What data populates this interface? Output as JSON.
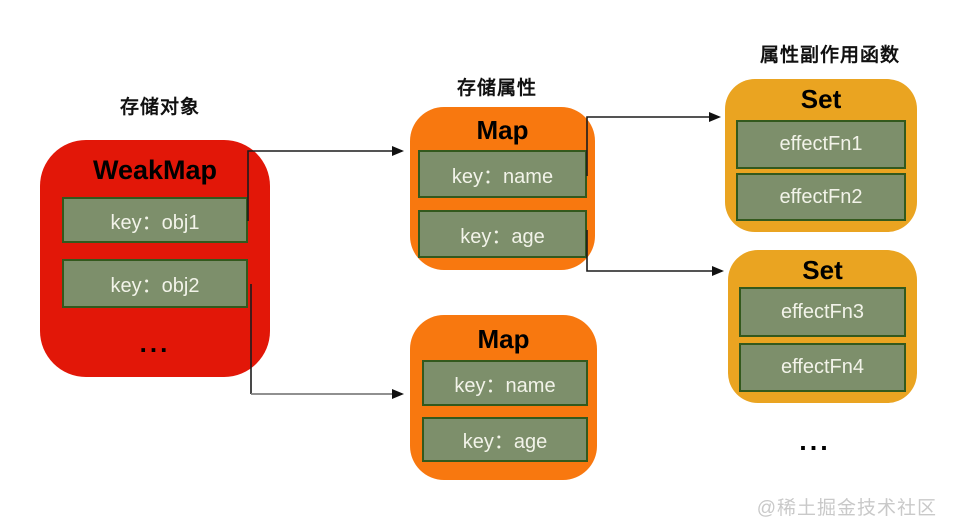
{
  "captions": {
    "weakmap": "存储对象",
    "map": "存储属性",
    "set": "属性副作用函数"
  },
  "nodes": {
    "weakmap": {
      "title": "WeakMap",
      "items": [
        "key：obj1",
        "key：obj2"
      ],
      "more": "..."
    },
    "map_top": {
      "title": "Map",
      "items": [
        "key：name",
        "key：age"
      ]
    },
    "map_bottom": {
      "title": "Map",
      "items": [
        "key：name",
        "key：age"
      ]
    },
    "set_top": {
      "title": "Set",
      "items": [
        "effectFn1",
        "effectFn2"
      ]
    },
    "set_bottom": {
      "title": "Set",
      "items": [
        "effectFn3",
        "effectFn4"
      ]
    }
  },
  "more_indicator": "...",
  "watermark": "@稀土掘金技术社区",
  "colors": {
    "weakmap_fill": "#e21708",
    "map_fill": "#f8780f",
    "set_fill": "#eaa421",
    "item_fill": "#7d8f6b",
    "item_border": "#33591d",
    "item_text": "#f2f3e9",
    "arrow": "#1c1c1c",
    "arrow_gray": "#808080"
  }
}
